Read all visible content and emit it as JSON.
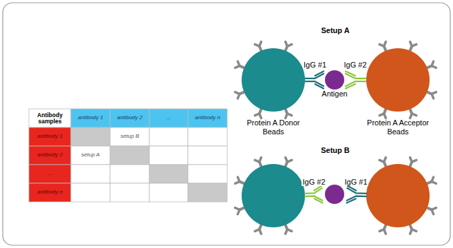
{
  "diagram": {
    "nodes": [
      {
        "text": [
          "Protein A Donor Beads"
        ]
      },
      {
        "text": [
          "Antigen"
        ]
      },
      {
        "text": [
          "Protein A Acceptor Beads"
        ]
      }
    ],
    "edges": [
      {
        "from": 0,
        "to": 1,
        "label": "IgG #1",
        "arrow": "none"
      },
      {
        "from": 1,
        "to": 2,
        "label": "IgG #2",
        "arrow": "none"
      }
    ],
    "labels": [
      "Antibody samples",
      "antibody 1",
      "antibody 2",
      "...",
      "antibody n",
      "antibody 1",
      "setup B",
      "antibody 2",
      "setup A",
      "...",
      "antibody n",
      "Setup A",
      "Setup B",
      "IgG #2",
      "IgG #1"
    ]
  }
}
